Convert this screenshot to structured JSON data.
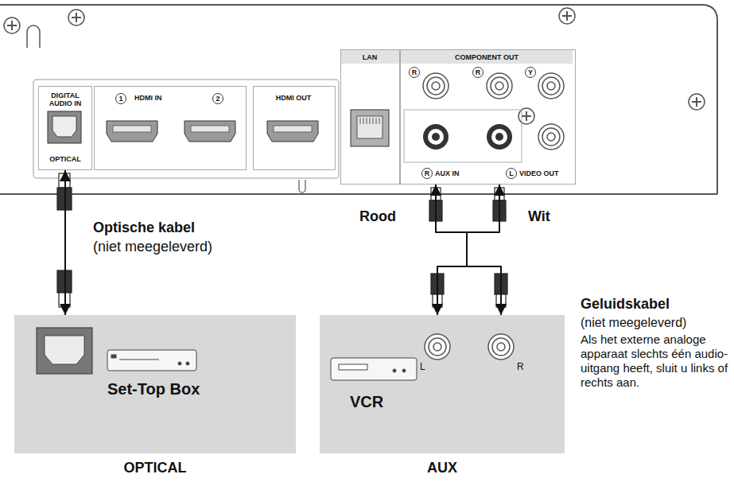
{
  "diagram": {
    "nodes": [
      {
        "text": [
          "DIGITAL AUDIO IN",
          "OPTICAL"
        ]
      },
      {
        "text": [
          "1",
          "HDMI IN",
          "2"
        ]
      },
      {
        "text": [
          "HDMI OUT"
        ]
      },
      {
        "text": [
          "LAN"
        ]
      },
      {
        "text": [
          "COMPONENT OUT",
          "AUX IN",
          "VIDEO OUT"
        ]
      },
      {
        "text": [
          "Set-Top Box",
          "OPTICAL"
        ]
      },
      {
        "text": [
          "VCR",
          "AUX"
        ]
      }
    ],
    "edges": [
      {
        "from": 0,
        "to": 5,
        "arrow": "both"
      },
      {
        "from": 4,
        "to": 6,
        "arrow": "both"
      }
    ],
    "labels": [
      "R",
      "R",
      "Y",
      "R",
      "L",
      "Optische kabel",
      "(niet meegeleverd)",
      "Rood",
      "Wit",
      "Geluidskabel",
      "(niet meegeleverd)",
      "Als het externe analoge apparaat slechts één audio-uitgang heeft, sluit u links of rechts aan.",
      "L",
      "R"
    ]
  }
}
